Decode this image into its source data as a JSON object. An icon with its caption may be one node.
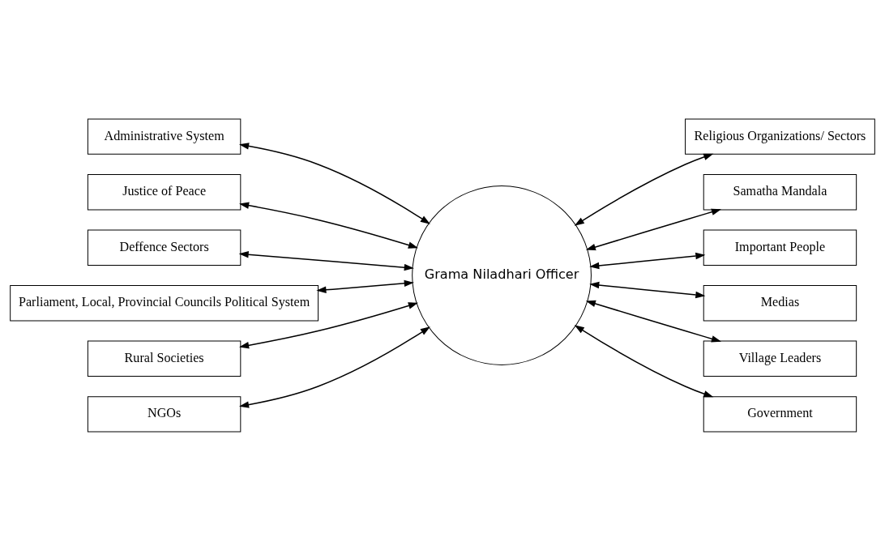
{
  "diagram": {
    "nodes": [
      {
        "text": [
          "Administrative System"
        ]
      },
      {
        "text": [
          "Justice of Peace"
        ]
      },
      {
        "text": [
          "Deffence Sectors"
        ]
      },
      {
        "text": [
          "Parliament, Local, Provincial Councils Political System"
        ]
      },
      {
        "text": [
          "Rural Societies"
        ]
      },
      {
        "text": [
          "NGOs"
        ]
      },
      {
        "text": [
          "Grama Niladhari Officer"
        ]
      },
      {
        "text": [
          "Religious Organizations/ Sectors"
        ]
      },
      {
        "text": [
          "Samatha Mandala"
        ]
      },
      {
        "text": [
          "Important People"
        ]
      },
      {
        "text": [
          "Medias"
        ]
      },
      {
        "text": [
          "Village Leaders"
        ]
      },
      {
        "text": [
          "Government"
        ]
      }
    ],
    "edges": [
      {
        "from": 0,
        "to": 6,
        "arrow": "both"
      },
      {
        "from": 1,
        "to": 6,
        "arrow": "both"
      },
      {
        "from": 2,
        "to": 6,
        "arrow": "both"
      },
      {
        "from": 3,
        "to": 6,
        "arrow": "both"
      },
      {
        "from": 4,
        "to": 6,
        "arrow": "both"
      },
      {
        "from": 5,
        "to": 6,
        "arrow": "both"
      },
      {
        "from": 6,
        "to": 7,
        "arrow": "both"
      },
      {
        "from": 6,
        "to": 8,
        "arrow": "both"
      },
      {
        "from": 6,
        "to": 9,
        "arrow": "both"
      },
      {
        "from": 6,
        "to": 10,
        "arrow": "both"
      },
      {
        "from": 6,
        "to": 11,
        "arrow": "both"
      },
      {
        "from": 6,
        "to": 12,
        "arrow": "both"
      }
    ]
  }
}
